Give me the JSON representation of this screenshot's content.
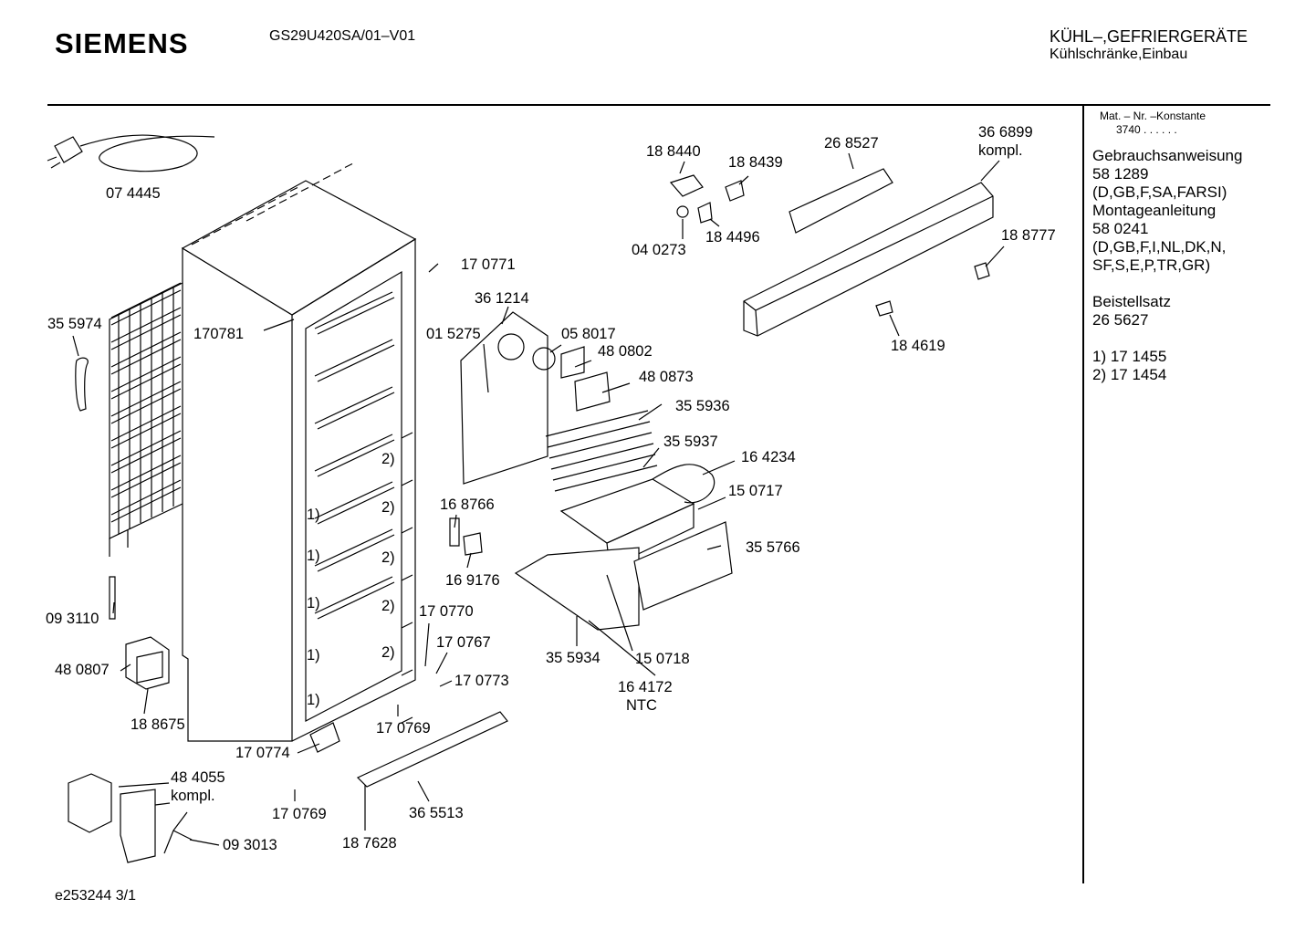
{
  "header": {
    "brand": "SIEMENS",
    "model_code": "GS29U420SA/01–V01",
    "category_main": "KÜHL–,GEFRIERGERÄTE",
    "category_sub": "Kühlschränke,Einbau"
  },
  "sidebar": {
    "mat_label": "Mat. – Nr. –Konstante",
    "mat_value": "3740 . .  . . . .",
    "lines": [
      "Gebrauchsanweisung",
      "58 1289",
      "(D,GB,F,SA,FARSI)",
      "Montageanleitung",
      "58 0241",
      "(D,GB,F,I,NL,DK,N,",
      "SF,S,E,P,TR,GR)",
      "",
      "Beistellsatz",
      "26 5627",
      "",
      "1) 17 1455",
      "2) 17 1454"
    ]
  },
  "footer": {
    "drawing_id": "e253244 3/1"
  },
  "parts": [
    {
      "label": "07 4445"
    },
    {
      "label": "35 5974"
    },
    {
      "label": "170781"
    },
    {
      "label": "17 0771"
    },
    {
      "label": "36 1214"
    },
    {
      "label": "01 5275"
    },
    {
      "label": "05 8017"
    },
    {
      "label": "48 0802"
    },
    {
      "label": "48 0873"
    },
    {
      "label": "35 5936"
    },
    {
      "label": "35 5937"
    },
    {
      "label": "16 4234"
    },
    {
      "label": "15  0717"
    },
    {
      "label": "35 5766"
    },
    {
      "label": "16 8766"
    },
    {
      "label": "16 9176"
    },
    {
      "label": "17 0770"
    },
    {
      "label": "17 0767"
    },
    {
      "label": "17 0773"
    },
    {
      "label": "17 0769"
    },
    {
      "label": "17 0774"
    },
    {
      "label": "17 0769"
    },
    {
      "label": "09 3110"
    },
    {
      "label": "48 0807"
    },
    {
      "label": "18 8675"
    },
    {
      "label": "48 4055"
    },
    {
      "label": "kompl."
    },
    {
      "label": "09 3013"
    },
    {
      "label": "18 7628"
    },
    {
      "label": "36 5513"
    },
    {
      "label": "35 5934"
    },
    {
      "label": "15  0718"
    },
    {
      "label": "16 4172"
    },
    {
      "label": "NTC"
    },
    {
      "label": "18 8440"
    },
    {
      "label": "18 8439"
    },
    {
      "label": "04 0273"
    },
    {
      "label": "18 4496"
    },
    {
      "label": "26 8527"
    },
    {
      "label": "36 6899"
    },
    {
      "label": "kompl."
    },
    {
      "label": "18 8777"
    },
    {
      "label": "18 4619"
    }
  ],
  "callouts": [
    {
      "label": "2)"
    },
    {
      "label": "2)"
    },
    {
      "label": "2)"
    },
    {
      "label": "2)"
    },
    {
      "label": "2)"
    },
    {
      "label": "1)"
    },
    {
      "label": "1)"
    },
    {
      "label": "1)"
    },
    {
      "label": "1)"
    },
    {
      "label": "1)"
    }
  ]
}
